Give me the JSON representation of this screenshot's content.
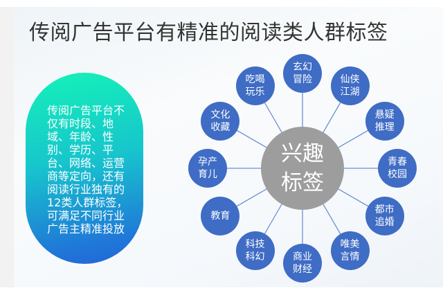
{
  "title": "传阅广告平台有精准的阅读类人群标签",
  "description": "传阅广告平台不仅有时段、地域、年龄、性别、学历、平台、网络、运营商等定向，还有阅读行业独有的12类人群标签，可满足不同行业广告主精准投放",
  "hub_label": "兴趣标签",
  "tags": [
    "玄幻冒险",
    "仙侠江湖",
    "悬疑推理",
    "青春校园",
    "都市追婚",
    "唯美言情",
    "商业财经",
    "科技科幻",
    "教育",
    "孕产育儿",
    "文化收藏",
    "吃喝玩乐"
  ],
  "colors": {
    "node": "#3f6cc4",
    "hub": "#9d9d9d",
    "line": "#6d8fcf"
  }
}
